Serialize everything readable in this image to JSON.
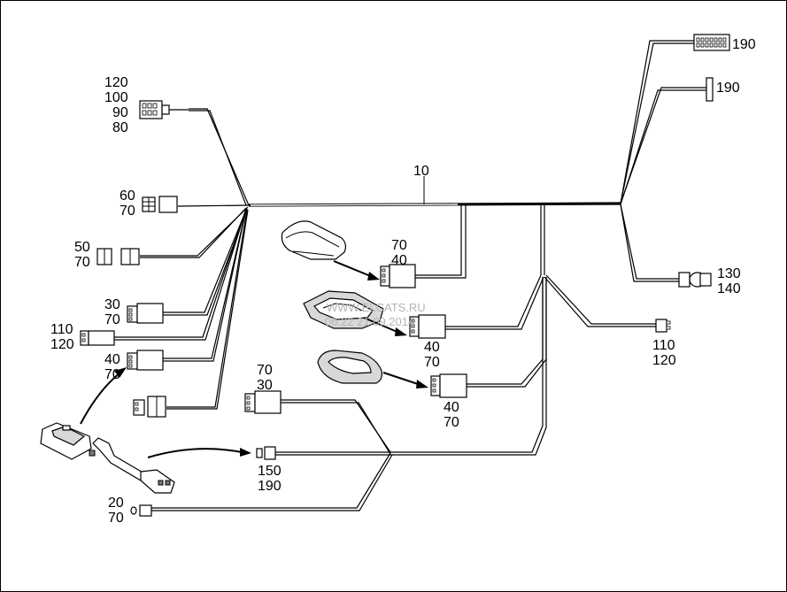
{
  "labels": {
    "main": "10",
    "c190a": "190",
    "c190b": "190",
    "c_120": "120",
    "c_100": "100",
    "c_90": "90",
    "c_80": "80",
    "c60": "60",
    "c60_70": "70",
    "c50": "50",
    "c50_70": "70",
    "c30": "30",
    "c30_70": "70",
    "c110": "110",
    "c110_120": "120",
    "c40": "40",
    "c40_70": "70",
    "c70_top": "70",
    "c40_top": "40",
    "m40a": "40",
    "m70a": "70",
    "m40b": "40",
    "m70b": "70",
    "c70b": "70",
    "c30b": "30",
    "c130": "130",
    "c140": "140",
    "r110": "110",
    "r120": "120",
    "c150": "150",
    "c190c": "190",
    "c20": "20",
    "c20_70": "70"
  },
  "watermark": {
    "line1": "WWW.ELCATS.RU",
    "line2": "06:22 21.09.2014"
  }
}
